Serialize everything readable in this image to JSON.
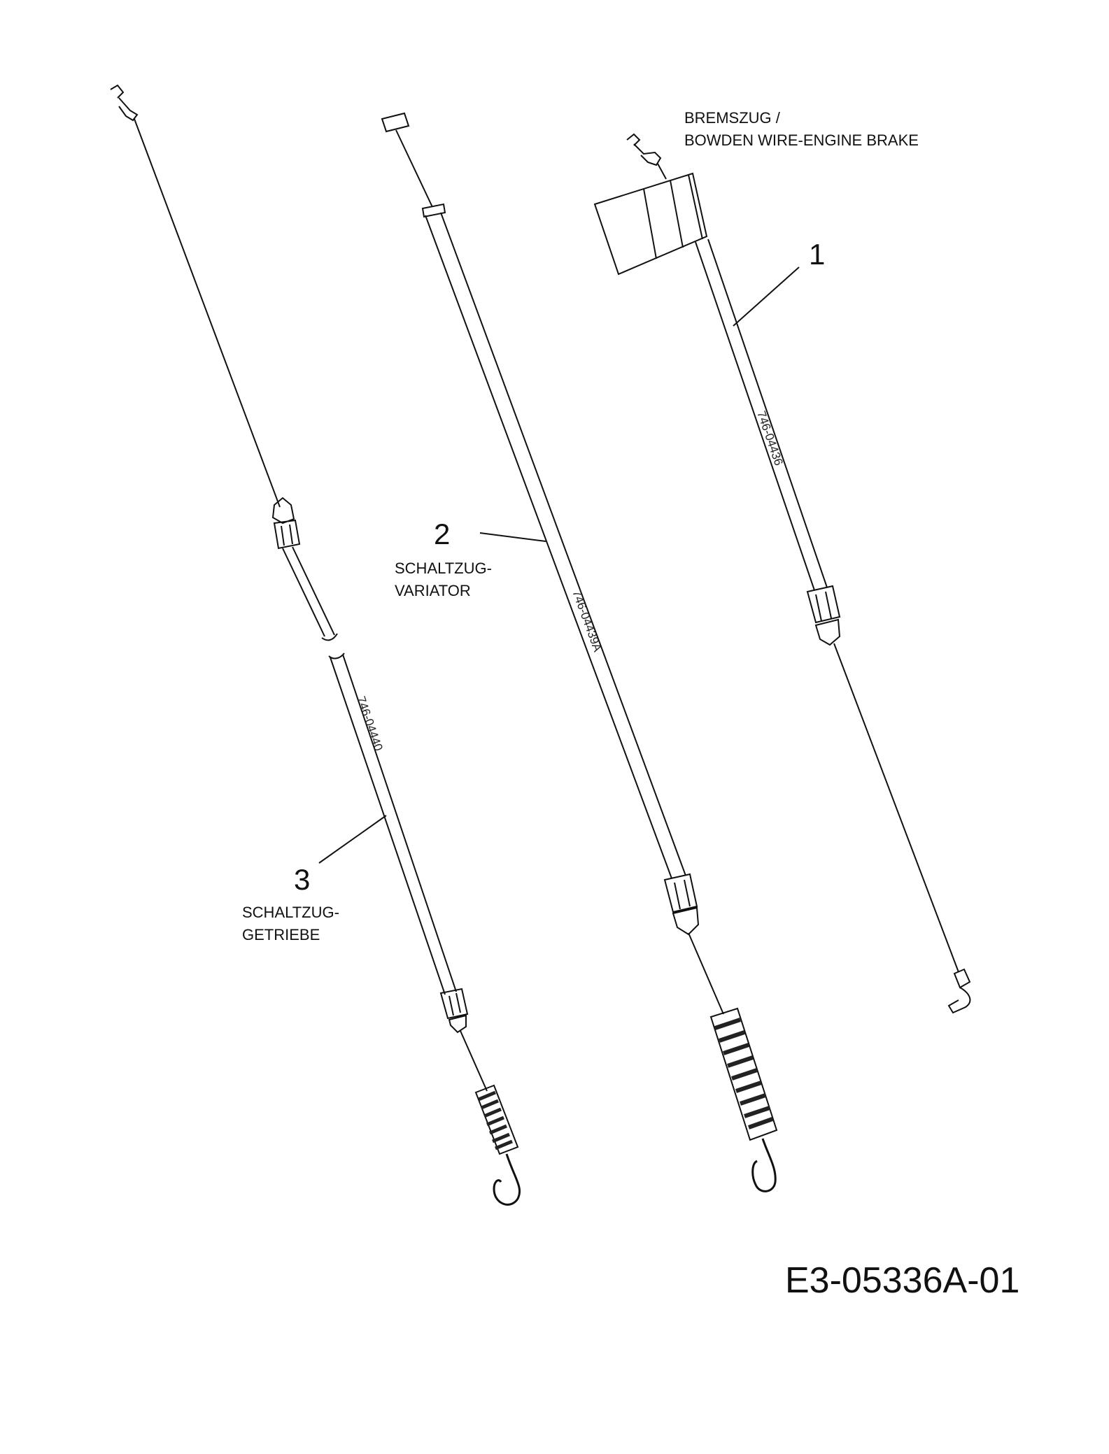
{
  "parts": [
    {
      "number": "1",
      "label_lines": [
        "BREMSZUG /",
        "BOWDEN WIRE-ENGINE BRAKE"
      ],
      "part_no": "746-04436"
    },
    {
      "number": "2",
      "label_lines": [
        "SCHALTZUG-",
        "VARIATOR"
      ],
      "part_no": "746-04439A"
    },
    {
      "number": "3",
      "label_lines": [
        "SCHALTZUG-",
        "GETRIEBE"
      ],
      "part_no": "746-04440"
    }
  ],
  "drawing_code": "E3-05336A-01"
}
